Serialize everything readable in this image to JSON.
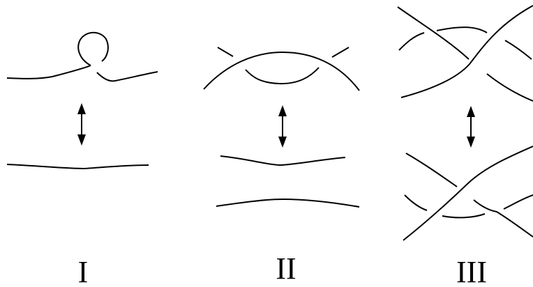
{
  "figure": {
    "moves": [
      {
        "label": "I"
      },
      {
        "label": "II"
      },
      {
        "label": "III"
      }
    ],
    "colors": {
      "stroke": "#000000",
      "background": "#ffffff"
    }
  }
}
